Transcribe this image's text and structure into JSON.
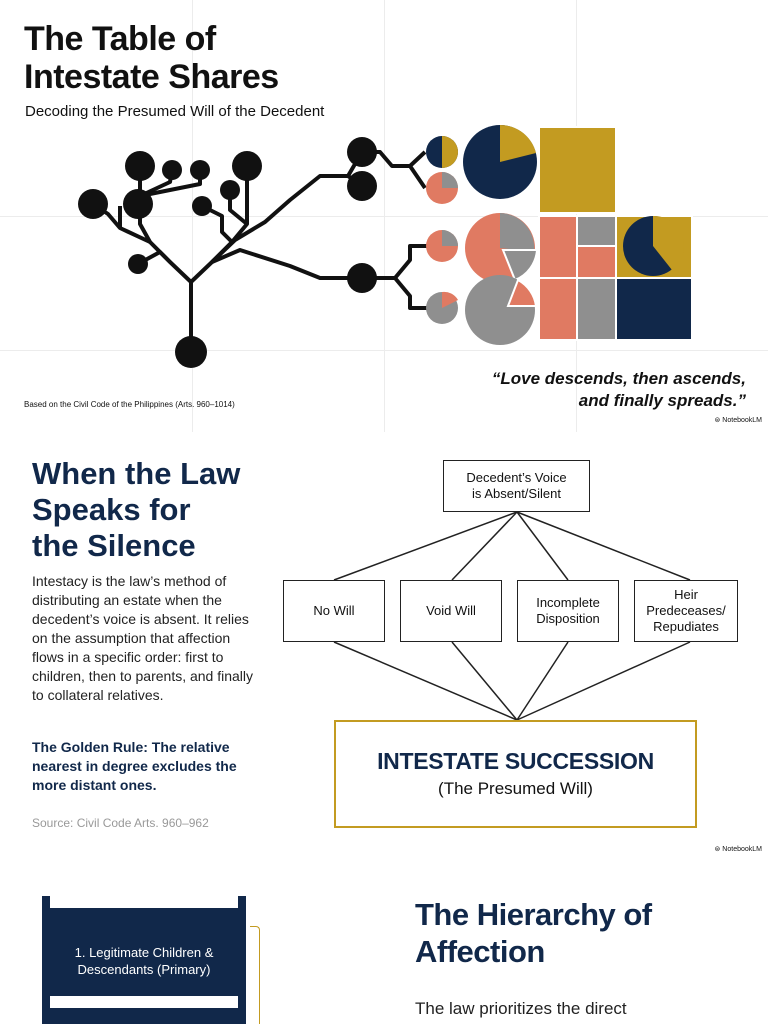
{
  "colors": {
    "navy": "#11284a",
    "gold": "#c39b21",
    "coral": "#e07a62",
    "gray": "#8f8f8f",
    "black": "#111111"
  },
  "slide1": {
    "title_line1": "The Table of",
    "title_line2": "Intestate Shares",
    "subtitle": "Decoding the Presumed Will of the Decedent",
    "footnote": "Based on the Civil Code of the Philippines (Arts. 960–1014)",
    "quote_line1": "“Love descends, then ascends,",
    "quote_line2": "and finally spreads.”",
    "brand": "NotebookLM"
  },
  "slide2": {
    "title_line1": "When the Law",
    "title_line2": "Speaks for",
    "title_line3": "the Silence",
    "body": "Intestacy is the law’s method of distributing an estate when the decedent’s voice is absent. It relies on the assumption that affection flows in a specific order: first to children, then to parents, and finally to collateral relatives.",
    "golden_rule": "The Golden Rule: The relative nearest in degree excludes the more distant ones.",
    "source": "Source: Civil Code Arts. 960–962",
    "top_box_line1": "Decedent’s Voice",
    "top_box_line2": "is Absent/Silent",
    "causes": [
      {
        "line1": "No Will",
        "line2": ""
      },
      {
        "line1": "Void Will",
        "line2": ""
      },
      {
        "line1": "Incomplete",
        "line2": "Disposition"
      },
      {
        "line1": "Heir",
        "line2": "Predeceases/",
        "line3": "Repudiates"
      }
    ],
    "result_main": "INTESTATE SUCCESSION",
    "result_sub": "(The Presumed Will)",
    "brand": "NotebookLM"
  },
  "slide3": {
    "stack_item_1_line1": "1. Legitimate Children &",
    "stack_item_1_line2": "Descendants (Primary)",
    "title_line1": "The Hierarchy of",
    "title_line2": "Affection",
    "body": "The law prioritizes the direct"
  }
}
